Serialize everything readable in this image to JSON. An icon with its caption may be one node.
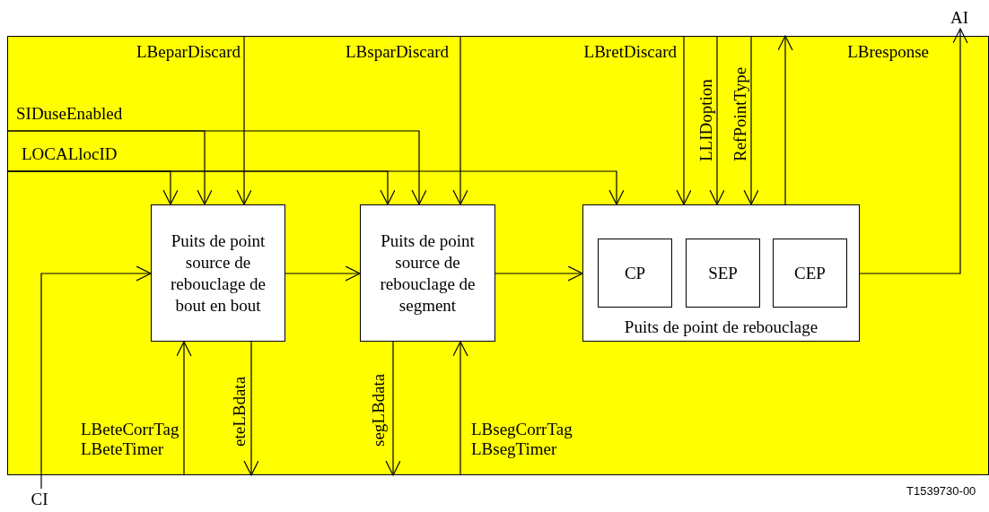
{
  "diagram": {
    "nodes": [
      {
        "text": [
          "Puits de point source de rebouclage de bout en bout"
        ]
      },
      {
        "text": [
          "Puits de point source de rebouclage de segment"
        ]
      },
      {
        "text": [
          "Puits de point de rebouclage"
        ]
      },
      {
        "text": [
          "CP"
        ],
        "in": 2
      },
      {
        "text": [
          "SEP"
        ],
        "in": 2
      },
      {
        "text": [
          "CEP"
        ],
        "in": 2
      },
      {
        "text": [
          "AI"
        ]
      },
      {
        "text": [
          "CI"
        ]
      }
    ],
    "edges": [
      {
        "from": null,
        "to": 0,
        "arrow": "to",
        "label": "LBeparDiscard"
      },
      {
        "from": null,
        "to": 0,
        "arrow": "to",
        "label": "SIDuseEnabled"
      },
      {
        "from": null,
        "to": 1,
        "arrow": "to"
      },
      {
        "from": null,
        "to": 0,
        "arrow": "to",
        "label": "LOCALlocID"
      },
      {
        "from": null,
        "to": 1,
        "arrow": "to"
      },
      {
        "from": null,
        "to": 2,
        "arrow": "to"
      },
      {
        "from": null,
        "to": 1,
        "arrow": "to",
        "label": "LBsparDiscard"
      },
      {
        "from": null,
        "to": 2,
        "arrow": "to",
        "label": "LBretDiscard"
      },
      {
        "from": null,
        "to": 2,
        "arrow": "to",
        "label": "LLIDoption"
      },
      {
        "from": null,
        "to": 2,
        "arrow": "to",
        "label": "RefPointType"
      },
      {
        "from": 2,
        "to": null,
        "arrow": "to"
      },
      {
        "from": 2,
        "to": 6,
        "arrow": "to",
        "label": "LBresponse"
      },
      {
        "from": 0,
        "to": 1,
        "arrow": "to"
      },
      {
        "from": 1,
        "to": 2,
        "arrow": "to"
      },
      {
        "from": 7,
        "to": 0,
        "arrow": "to"
      },
      {
        "from": null,
        "to": 0,
        "arrow": "to",
        "label": "LBeteCorrTag LBeteTimer"
      },
      {
        "from": 0,
        "to": null,
        "arrow": "to",
        "label": "eteLBdata"
      },
      {
        "from": 1,
        "to": null,
        "arrow": "to",
        "label": "segLBdata"
      },
      {
        "from": null,
        "to": 1,
        "arrow": "to",
        "label": "LBsegCorrTag LBsegTimer"
      }
    ],
    "labels": [
      "T1539730-00"
    ]
  }
}
